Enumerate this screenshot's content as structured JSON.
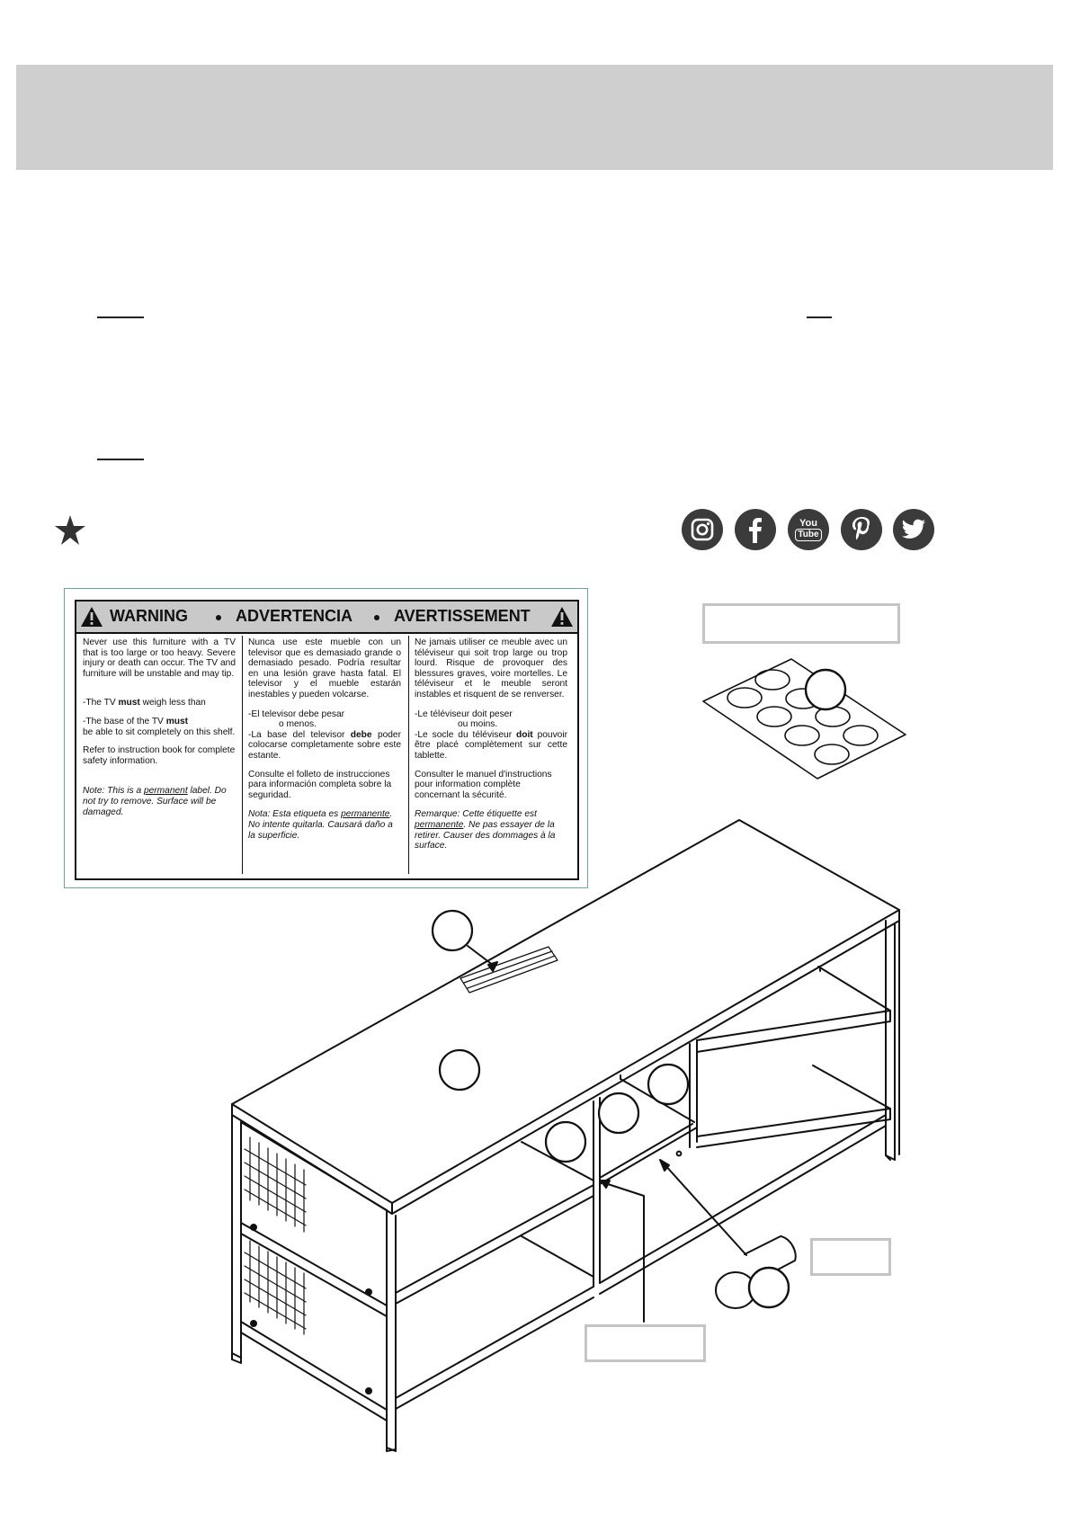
{
  "social_icons": [
    "instagram-icon",
    "facebook-icon",
    "youtube-icon",
    "pinterest-icon",
    "twitter-icon"
  ],
  "youtube_text": [
    "You",
    "Tube"
  ],
  "warning_label": {
    "headings": [
      "WARNING",
      "ADVERTENCIA",
      "AVERTISSEMENT"
    ],
    "english": {
      "intro": "Never use this furniture with a TV that is too large or too heavy. Severe injury or death can occur. The TV and furniture will be unstable and may tip.",
      "weight_pre": "-The TV ",
      "weight_bold": "must",
      "weight_post": " weigh less than",
      "base_pre": "-The base of the TV ",
      "base_bold": "must",
      "base_post": "be able to sit completely on this shelf.",
      "refer": "Refer to instruction book for complete safety information.",
      "note_pre": "Note: This is a ",
      "note_link": "permanent",
      "note_post": " label. Do not try to remove. Surface will be damaged."
    },
    "spanish": {
      "intro": "Nunca use este mueble con un televisor que es demasiado grande o demasiado pesado. Podría resultar en una lesión grave hasta fatal. El televisor y el mueble estarán inestables y pueden volcarse.",
      "weight_line1": "-El televisor debe pesar",
      "weight_line2": "o menos.",
      "base_pre": "-La base del televisor ",
      "base_bold": "debe",
      "base_post": " poder colocarse completamente sobre este estante.",
      "refer": "Consulte el folleto de instrucciones para información completa sobre la seguridad.",
      "note_pre": "Nota: Esta etiqueta es ",
      "note_link": "permanente",
      "note_post": ". No intente quitarla. Causará daño a la superficie."
    },
    "french": {
      "intro": "Ne jamais utiliser ce meuble avec un téléviseur qui soit trop large ou trop lourd. Risque de provoquer des blessures graves, voire mortelles. Le téléviseur et le meuble seront instables et risquent de se renverser.",
      "weight_line1": "-Le téléviseur doit peser",
      "weight_line2": "ou moins.",
      "base_pre": "-Le socle du téléviseur ",
      "base_bold": "doit",
      "base_post": " pouvoir être placé complètement sur cette tablette.",
      "refer": "Consulter le manuel d'instructions pour information complète concernant la sécurité.",
      "note_pre": "Remarque: Cette étiquette est ",
      "note_link": "permanente",
      "note_post": ". Ne pas essayer de la retirer. Causer des dommages à la surface."
    }
  }
}
